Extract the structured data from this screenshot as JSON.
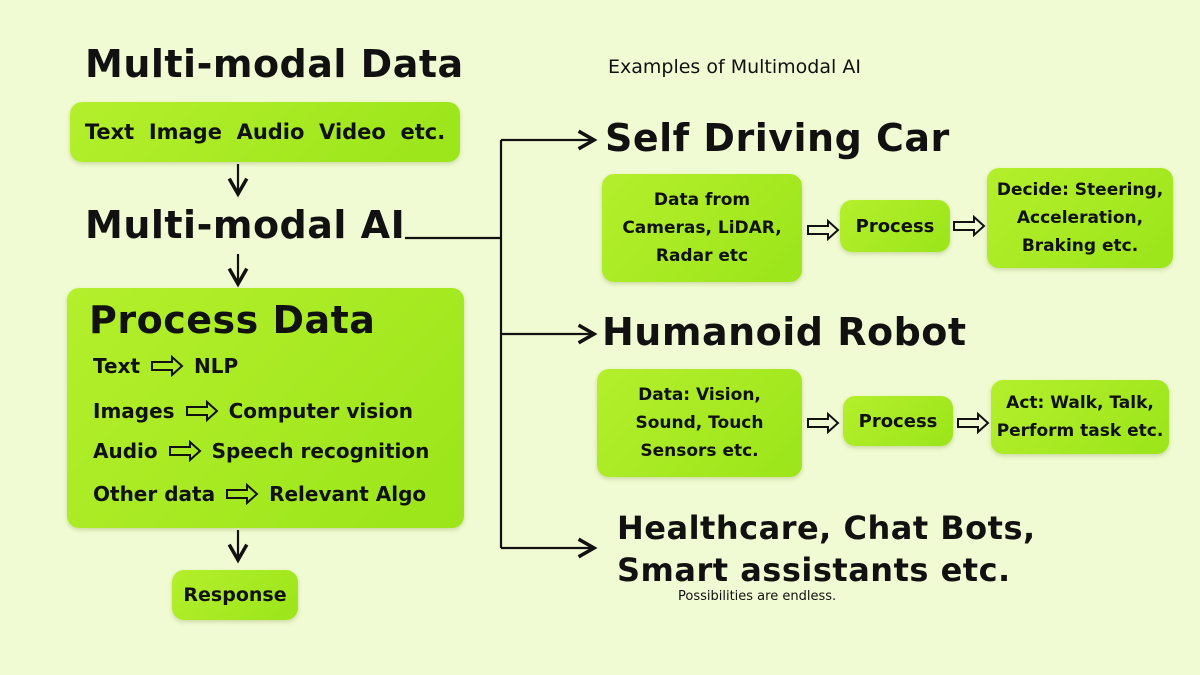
{
  "left": {
    "title": "Multi-modal Data",
    "data_types": "Text  Image  Audio  Video  etc.",
    "ai_title": "Multi-modal AI",
    "process": {
      "title": "Process Data",
      "rows": [
        {
          "input": "Text",
          "output": "NLP"
        },
        {
          "input": "Images",
          "output": "Computer vision"
        },
        {
          "input": "Audio",
          "output": "Speech recognition"
        },
        {
          "input": "Other data",
          "output": "Relevant Algo"
        }
      ]
    },
    "response": "Response"
  },
  "right": {
    "examples_heading": "Examples of Multimodal AI",
    "car": {
      "title": "Self Driving Car",
      "input_line1": "Data from",
      "input_line2": "Cameras, LiDAR,",
      "input_line3": "Radar etc",
      "process": "Process",
      "output_line1": "Decide: Steering,",
      "output_line2": "Acceleration,",
      "output_line3": "Braking etc."
    },
    "robot": {
      "title": "Humanoid Robot",
      "input_line1": "Data: Vision,",
      "input_line2": "Sound, Touch",
      "input_line3": "Sensors etc.",
      "process": "Process",
      "output_line1": "Act: Walk, Talk,",
      "output_line2": "Perform task etc."
    },
    "others_line1": "Healthcare, Chat Bots,",
    "others_line2": "Smart assistants etc.",
    "tagline": "Possibilities are endless."
  },
  "colors": {
    "background": "#f1fbd3",
    "box": "#a8eb22",
    "line": "#111111"
  },
  "icons": [
    "right-hollow-arrow-icon",
    "down-arrow-icon",
    "right-arrow-icon"
  ]
}
